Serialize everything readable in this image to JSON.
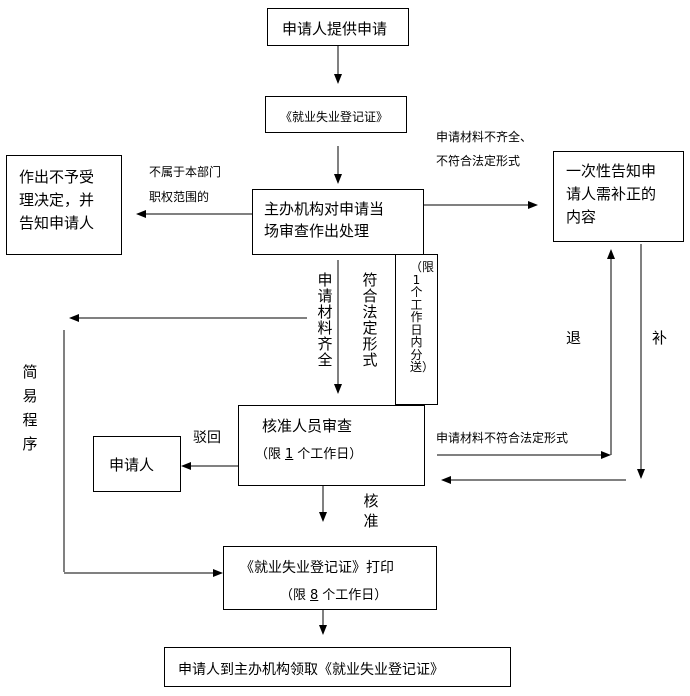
{
  "nodes": {
    "apply": "申请人提供申请",
    "certificate_ref": "《就业失业登记证》",
    "onsite_review": [
      "主办机构对申请当",
      "场审查作出处理"
    ],
    "reject_decision": [
      "作出不予受",
      "理决定，并",
      "告知申请人"
    ],
    "notify_supplement": [
      "一次性告知申",
      "请人需补正的",
      "内容"
    ],
    "approver_review": {
      "title": "核准人员审查",
      "limit_prefix": "（限",
      "limit_days": "1",
      "limit_suffix": "个工作日）"
    },
    "applicant": "申请人",
    "print": {
      "title": "《就业失业登记证》打印",
      "limit_prefix": "（限",
      "limit_days": "8",
      "limit_suffix": "个工作日）"
    },
    "collect": "申请人到主办机构领取《就业失业登记证》"
  },
  "labels": {
    "out_of_scope": [
      "不属于本部门",
      "职权范围的"
    ],
    "incomplete_top": [
      "申请材料不齐全、",
      "不符合法定形式"
    ],
    "materials_complete": "申请材料齐全",
    "legal_form": "符合法定形式",
    "transfer_limit": "（限1个工作日内分送）",
    "simple_procedure": "简易程序",
    "return": "退",
    "supplement": "补",
    "rebut": "驳回",
    "not_legal_form": "申请材料不符合法定形式",
    "approve": "核准"
  }
}
